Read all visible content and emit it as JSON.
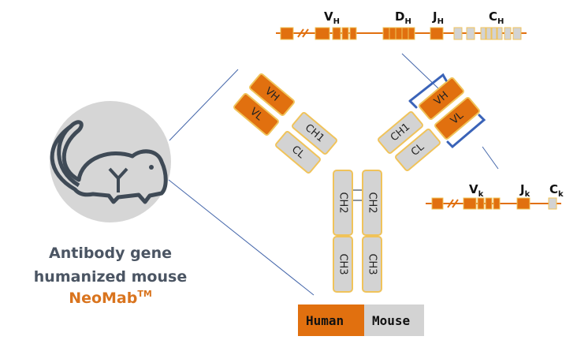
{
  "caption": {
    "line1": "Antibody gene",
    "line2": "humanized mouse",
    "brand": "NeoMab",
    "brand_sup": "TM"
  },
  "heavy_locus": {
    "V": "V",
    "V_sub": "H",
    "D": "D",
    "D_sub": "H",
    "J": "J",
    "J_sub": "H",
    "C": "C",
    "C_sub": "H"
  },
  "kappa_locus": {
    "V": "V",
    "V_sub": "k",
    "J": "J",
    "J_sub": "k",
    "C": "C",
    "C_sub": "k"
  },
  "domains": {
    "vh": "VH",
    "vl": "VL",
    "ch1": "CH1",
    "cl": "CL",
    "ch2": "CH2",
    "ch3": "CH3"
  },
  "legend": {
    "human": "Human",
    "mouse": "Mouse"
  },
  "colors": {
    "human": "#e1700f",
    "mouse": "#d3d3d3",
    "outline": "#f0c35a",
    "bracket": "#3a63b8",
    "line": "#4466aa"
  }
}
